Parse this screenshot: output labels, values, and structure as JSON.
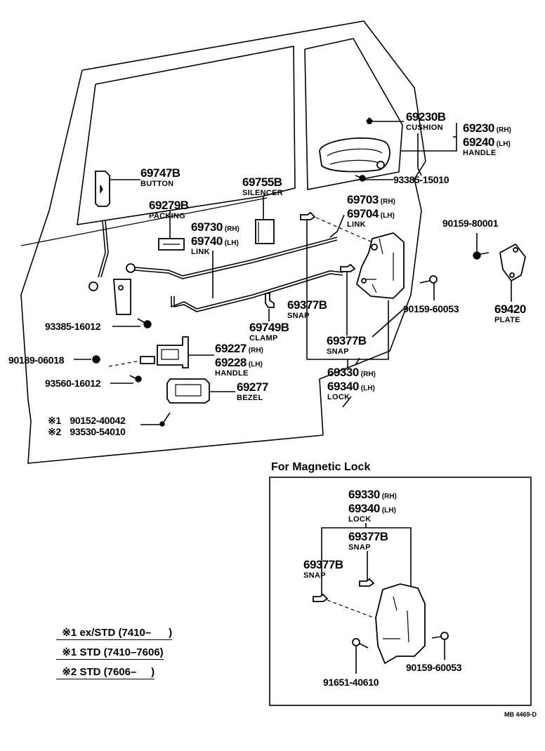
{
  "figure": {
    "code": "MB 4469-D",
    "inset_title": "For Magnetic Lock"
  },
  "parts": {
    "cushion": {
      "number": "69230B",
      "name": "CUSHION"
    },
    "outer_handle": {
      "number_rh": "69230",
      "side_rh": "(RH)",
      "number_lh": "69240",
      "side_lh": "(LH)",
      "name": "HANDLE"
    },
    "screw_93385_15010": {
      "number": "93385-15010"
    },
    "button": {
      "number": "69747B",
      "name": "BUTTON"
    },
    "silencer": {
      "number": "69755B",
      "name": "SILENCER"
    },
    "packing": {
      "number": "69279B",
      "name": "PACKING"
    },
    "link_upper": {
      "number_rh": "69703",
      "side_rh": "(RH)",
      "number_lh": "69704",
      "side_lh": "(LH)",
      "name": "LINK"
    },
    "link_lower": {
      "number_rh": "69730",
      "side_rh": "(RH)",
      "number_lh": "69740",
      "side_lh": "(LH)",
      "name": "LINK"
    },
    "screw_90159_80001": {
      "number": "90159-80001"
    },
    "plate": {
      "number": "69420",
      "name": "PLATE"
    },
    "screw_90159_60053": {
      "number": "90159-60053"
    },
    "snap_a": {
      "number": "69377B",
      "name": "SNAP"
    },
    "snap_b": {
      "number": "69377B",
      "name": "SNAP"
    },
    "clamp": {
      "number": "69749B",
      "name": "CLAMP"
    },
    "screw_93385_16012": {
      "number": "93385-16012"
    },
    "nut_90189_06018": {
      "number": "90189-06018"
    },
    "inner_handle": {
      "number_rh": "69227",
      "side_rh": "(RH)",
      "number_lh": "69228",
      "side_lh": "(LH)",
      "name": "HANDLE"
    },
    "screw_93560_16012": {
      "number": "93560-16012"
    },
    "bezel": {
      "number": "69277",
      "name": "BEZEL"
    },
    "screw_marked_1": {
      "mark": "※1",
      "number": "90152-40042"
    },
    "screw_marked_2": {
      "mark": "※2",
      "number": "93530-54010"
    },
    "lock": {
      "number_rh": "69330",
      "side_rh": "(RH)",
      "number_lh": "69340",
      "side_lh": "(LH)",
      "name": "LOCK"
    }
  },
  "inset_parts": {
    "lock": {
      "number_rh": "69330",
      "side_rh": "(RH)",
      "number_lh": "69340",
      "side_lh": "(LH)",
      "name": "LOCK"
    },
    "snap_a": {
      "number": "69377B",
      "name": "SNAP"
    },
    "snap_b": {
      "number": "69377B",
      "name": "SNAP"
    },
    "screw_91651_40610": {
      "number": "91651-40610"
    },
    "screw_90159_60053": {
      "number": "90159-60053"
    }
  },
  "legend": [
    {
      "mark": "※1",
      "text": "ex/STD (7410–      )"
    },
    {
      "mark": "※1",
      "text": "STD (7410–7606)"
    },
    {
      "mark": "※2",
      "text": "STD (7606–     )"
    }
  ]
}
